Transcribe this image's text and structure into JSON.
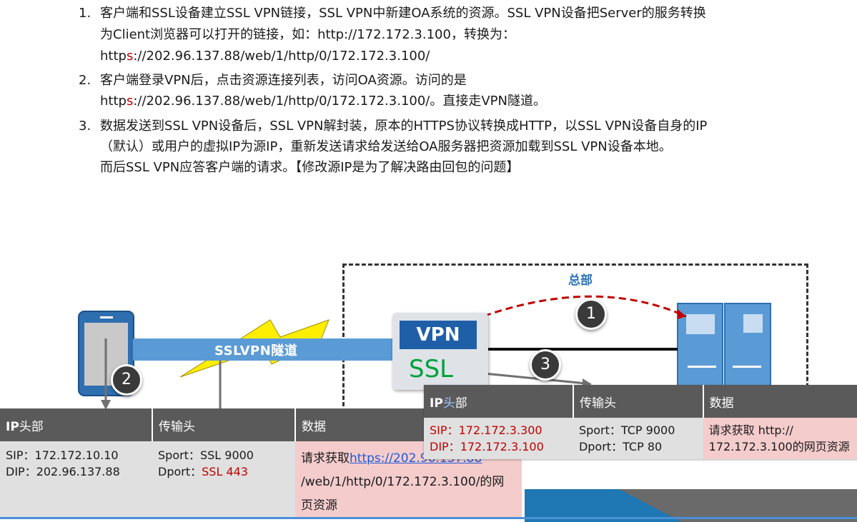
{
  "steps": [
    {
      "num": "1.",
      "l1": "客户端和SSL设备建立SSL VPN链接，SSL VPN中新建OA系统的资源。SSL VPN设备把Server的服务转换",
      "l2": "为Client浏览器可以打开的链接，如：http://172.172.3.100，转换为：",
      "l3a": "http",
      "l3b": "s",
      "l3c": "://202.96.137.88/web/1/http/0/172.172.3.100/"
    },
    {
      "num": "2.",
      "l1": "客户端登录VPN后，点击资源连接列表，访问OA资源。访问的是",
      "l2a": "http",
      "l2b": "s",
      "l2c": "://202.96.137.88/web/1/http/0/172.172.3.100/。直接走VPN隧道。"
    },
    {
      "num": "3.",
      "l1": "数据发送到SSL VPN设备后，SSL VPN解封装，原本的HTTPS协议转换成HTTP，以SSL VPN设备自身的IP",
      "l2": "（默认）或用户的虚拟IP为源IP，重新发送请求给发送给OA服务器把资源加载到SSL VPN设备本地。",
      "l3": "而后SSL VPN应答客户端的请求。【修改源IP是为了解决路由回包的问题】"
    }
  ],
  "diagram": {
    "hq_label": "总部",
    "tunnel_label": "SSLVPN隧道",
    "vpn_label": "VPN",
    "ssl_label": "SSL",
    "circle1": "1",
    "circle2": "2",
    "circle3": "3"
  },
  "left_table": {
    "h_ip_a": "IP",
    "h_ip_b": "头部",
    "h_transport": "传输头",
    "h_data": "数据",
    "sip": "SIP：172.172.10.10",
    "dip": "DIP：202.96.137.88",
    "sport": "Sport：SSL 9000",
    "dport_label": "Dport：",
    "dport_value": "SSL 443",
    "data_a": "请求获取",
    "data_link": "https://202.96.137.88",
    "data_b": "/web/1/http/0/172.172.3.100/的网",
    "data_c": "页资源"
  },
  "right_table": {
    "h_ip_a": "IP",
    "h_ip_b": "头",
    "h_ip_c": "部",
    "h_transport": "传输头",
    "h_data": "数据",
    "sip": "SIP：172.172.3.300",
    "dip": "DIP：172.172.3.100",
    "sport": "Sport：TCP 9000",
    "dport": "Dport：TCP 80",
    "data_a": "请求获取 http://",
    "data_b": "172.172.3.100的网页资源"
  },
  "colors": {
    "accent_blue": "#5b9bd5",
    "vpn_blue": "#1f5fa8",
    "ssl_green": "#00a03c",
    "red_dash": "#c00000",
    "header_gray": "#5a5a5a",
    "pink_cell": "#f4cccc"
  },
  "icons": [
    "phone-icon",
    "server-icon",
    "lightning-icon",
    "arrow-down-icon",
    "arrow-up-icon",
    "arrow-right-icon"
  ]
}
